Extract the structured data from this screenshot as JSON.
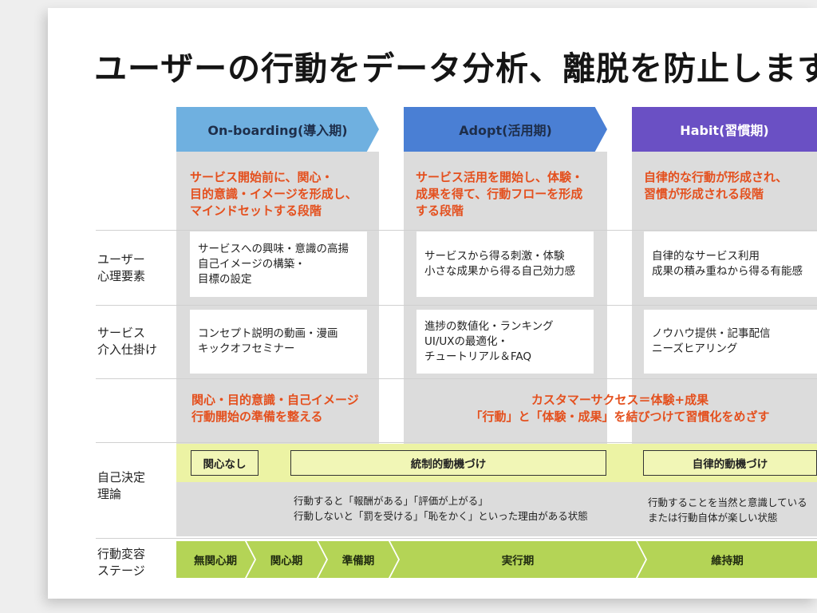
{
  "title": "ユーザーの行動をデータ分析、離脱を防止します",
  "colors": {
    "onboarding": "#6fb0e0",
    "adopt": "#4a7fd4",
    "habit": "#6a50c4",
    "orange_text": "#e4501e",
    "yellow_band": "#ecf3a4",
    "stage_green": "#b4d456"
  },
  "phases": [
    {
      "label": "On-boarding(導入期)",
      "desc": [
        "サービス開始前に、関心・",
        "目的意識・イメージを形成し、",
        "マインドセットする段階"
      ],
      "psych": [
        "サービスへの興味・意識の高揚",
        "自己イメージの構築・",
        "目標の設定"
      ],
      "service": [
        "コンセプト説明の動画・漫画",
        "キックオフセミナー"
      ]
    },
    {
      "label": "Adopt(活用期)",
      "desc": [
        "サービス活用を開始し、体験・",
        "成果を得て、行動フローを形成",
        "する段階"
      ],
      "psych": [
        "サービスから得る刺激・体験",
        "小さな成果から得る自己効力感"
      ],
      "service": [
        "進捗の数値化・ランキング",
        "UI/UXの最適化・",
        "チュートリアル＆FAQ"
      ]
    },
    {
      "label": "Habit(習慣期)",
      "desc": [
        "自律的な行動が形成され、",
        "習慣が形成される段階"
      ],
      "psych": [
        "自律的なサービス利用",
        "成果の積み重ねから得る有能感"
      ],
      "service": [
        "ノウハウ提供・記事配信",
        "ニーズヒアリング"
      ]
    }
  ],
  "row_labels": {
    "psych": [
      "ユーザー",
      "心理要素"
    ],
    "service": [
      "サービス",
      "介入仕掛け"
    ],
    "sdt": [
      "自己決定",
      "理論"
    ],
    "stage": [
      "行動変容",
      "ステージ"
    ]
  },
  "summary": {
    "left": [
      "関心・目的意識・自己イメージ",
      "行動開始の準備を整える"
    ],
    "right": [
      "カスタマーサクセス＝体験+成果",
      "「行動」と「体験・成果」を結びつけて習慣化をめざす"
    ]
  },
  "sdt": {
    "boxes": [
      "関心なし",
      "統制的動機づけ",
      "自律的動機づけ"
    ],
    "note_controlled": [
      "行動すると「報酬がある」「評価が上がる」",
      "行動しないと「罰を受ける」「恥をかく」といった理由がある状態"
    ],
    "note_autonomous": [
      "行動することを当然と意識している",
      "または行動自体が楽しい状態"
    ]
  },
  "stages": [
    "無関心期",
    "関心期",
    "準備期",
    "実行期",
    "維持期"
  ]
}
